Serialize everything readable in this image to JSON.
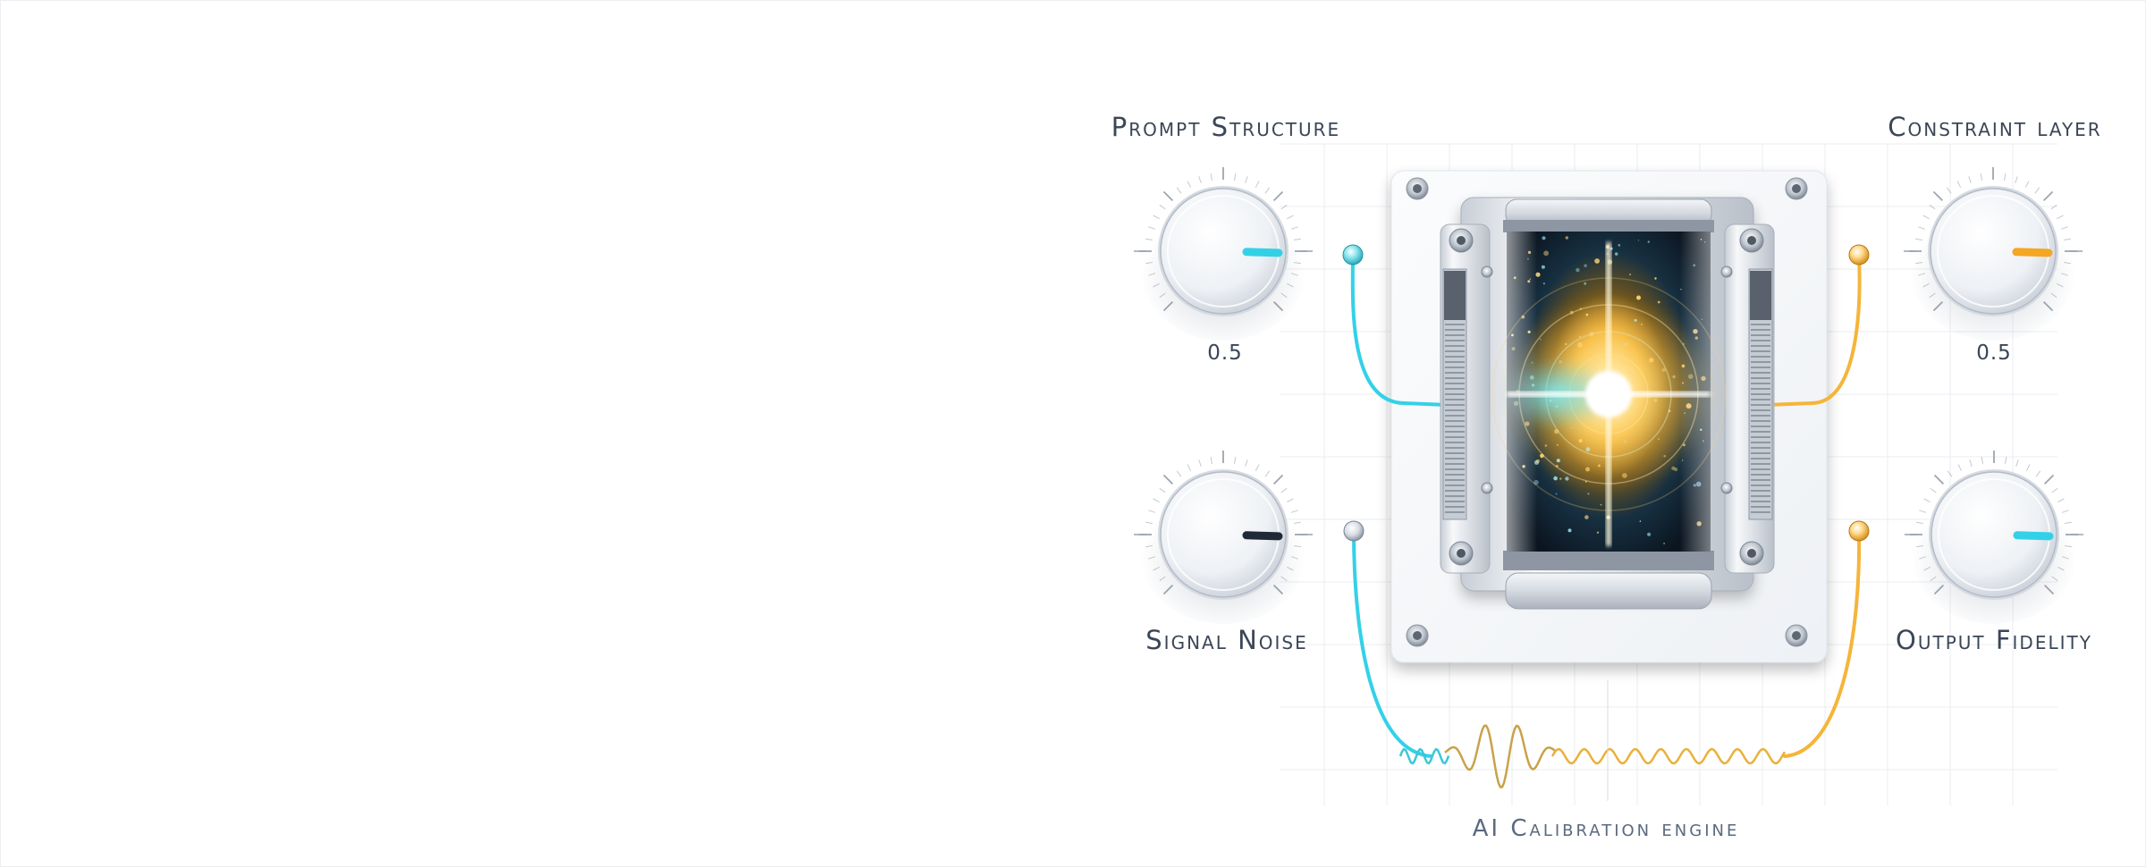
{
  "title": "AI Calibration engine",
  "knobs": {
    "prompt_structure": {
      "label": "Prompt Structure",
      "value": "0.5",
      "level": 0.5,
      "accent": "#33d1e8"
    },
    "constraint_layer": {
      "label": "Constraint layer",
      "value": "0.5",
      "level": 0.5,
      "accent": "#f5a623"
    },
    "signal_noise": {
      "label": "Signal Noise",
      "level": 0.5,
      "accent": "#1f2a36"
    },
    "output_fidelity": {
      "label": "Output Fidelity",
      "level": 0.5,
      "accent": "#33d1e8"
    }
  },
  "colors": {
    "cyan": "#33d1e8",
    "amber": "#f5b53a",
    "panel": "#f4f6f9",
    "text": "#3b4656"
  }
}
